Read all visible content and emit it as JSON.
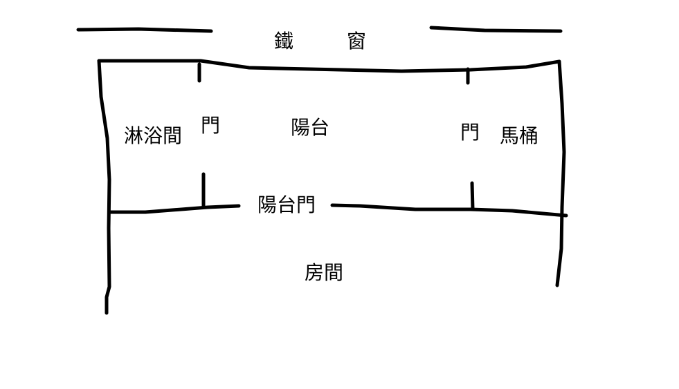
{
  "labels": {
    "iron_window_left": "鐵",
    "iron_window_right": "窗",
    "shower_room": "淋浴間",
    "door_left": "門",
    "balcony": "陽台",
    "door_right": "門",
    "toilet": "馬桶",
    "balcony_door": "陽台門",
    "room": "房間"
  }
}
